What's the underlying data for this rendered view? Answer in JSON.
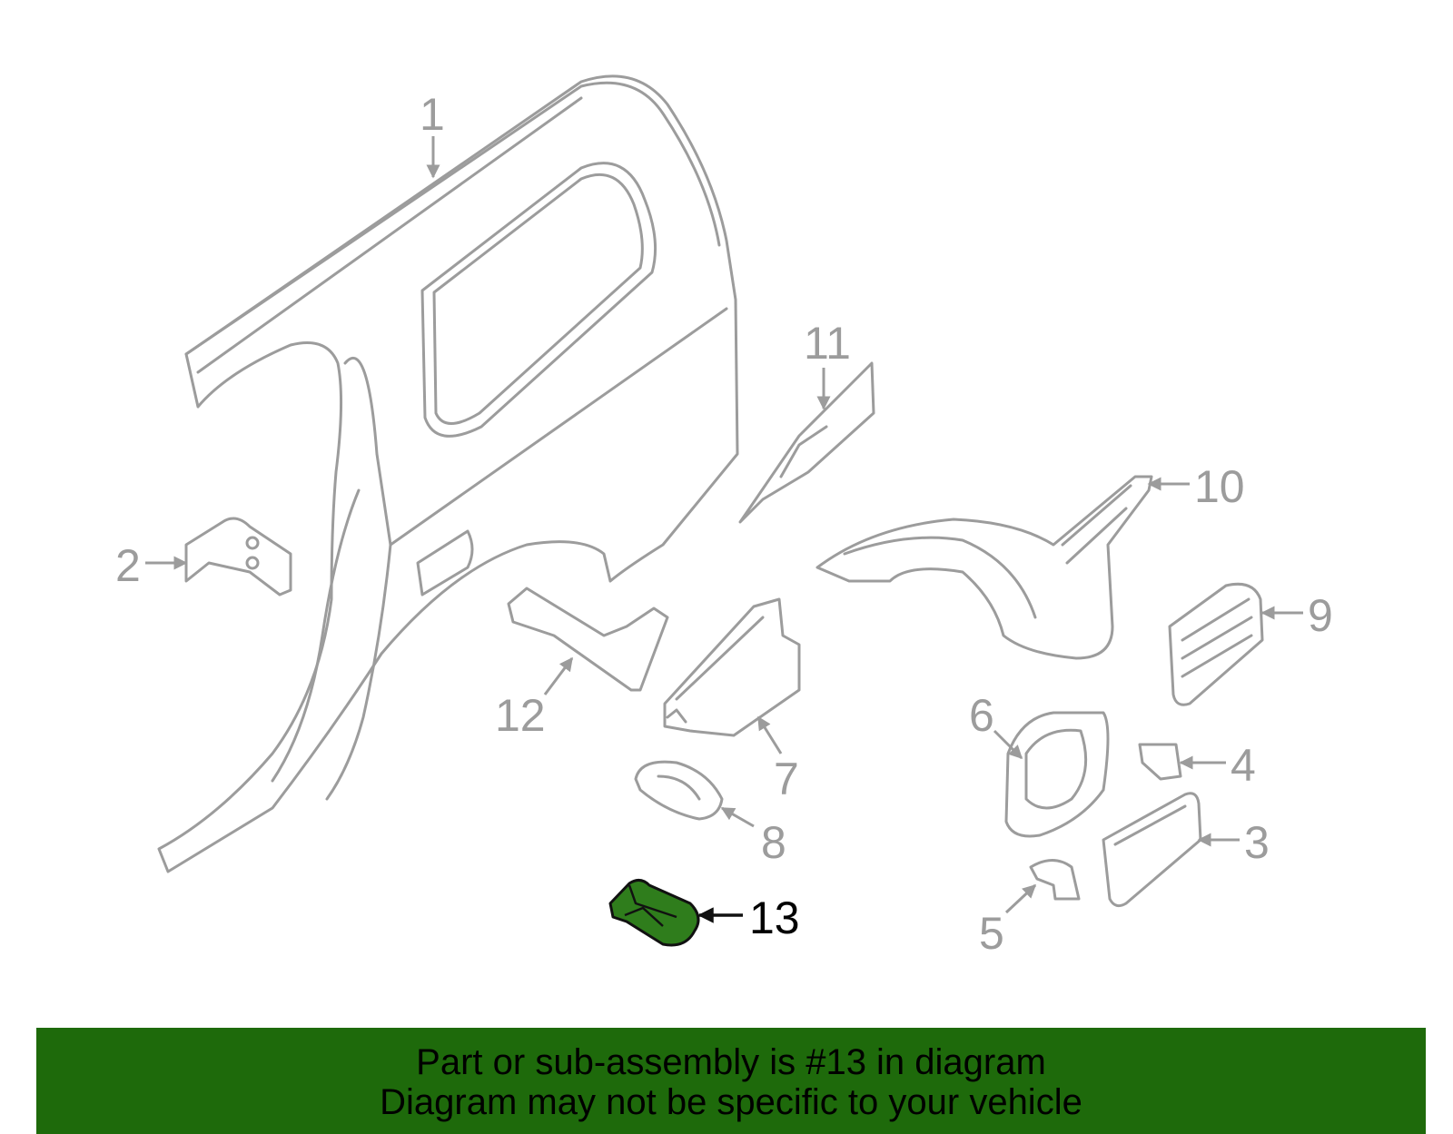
{
  "callouts": [
    {
      "number": "1"
    },
    {
      "number": "2"
    },
    {
      "number": "3"
    },
    {
      "number": "4"
    },
    {
      "number": "5"
    },
    {
      "number": "6"
    },
    {
      "number": "7"
    },
    {
      "number": "8"
    },
    {
      "number": "9"
    },
    {
      "number": "10"
    },
    {
      "number": "11"
    },
    {
      "number": "12"
    },
    {
      "number": "13",
      "highlighted": true
    }
  ],
  "footer": {
    "line1": "Part or sub-assembly is #13 in diagram",
    "line2": "Diagram may not be specific to your vehicle"
  },
  "colors": {
    "part_outline": "#9c9c9c",
    "highlight_fill": "#2f7d1c",
    "banner": "#1e6a0b"
  }
}
